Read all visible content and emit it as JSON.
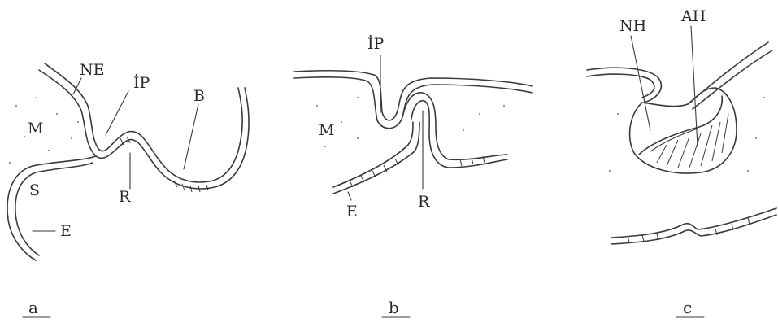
{
  "panels": {
    "a": {
      "caption": "a",
      "labels": {
        "ne": "NE",
        "ip": "İP",
        "b": "B",
        "m": "M",
        "s": "S",
        "e": "E",
        "r": "R"
      }
    },
    "b": {
      "caption": "b",
      "labels": {
        "ip": "İP",
        "m": "M",
        "e": "E",
        "r": "R"
      }
    },
    "c": {
      "caption": "c",
      "labels": {
        "nh": "NH",
        "ah": "AH"
      }
    }
  },
  "colors": {
    "ink": "#3a3a3a",
    "background": "#ffffff"
  }
}
